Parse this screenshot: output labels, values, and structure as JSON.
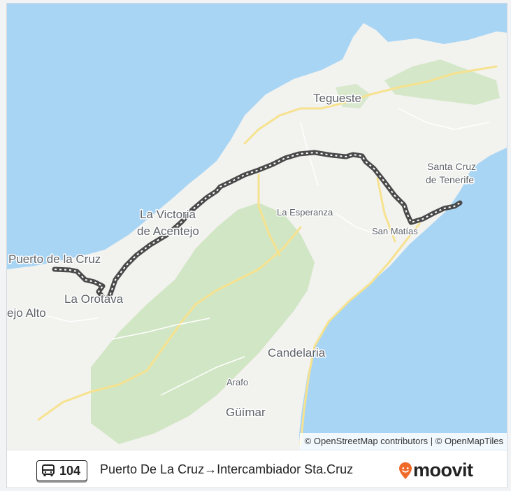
{
  "map": {
    "places": {
      "tegueste": "Tegueste",
      "santa_cruz_1": "Santa Cruz",
      "santa_cruz_2": "de Tenerife",
      "la_victoria_1": "La Victoria",
      "la_victoria_2": "de Acentejo",
      "la_esperanza": "La Esperanza",
      "san_matias": "San Matías",
      "puerto_de_la_cruz": "Puerto de la Cruz",
      "la_orotava": "La Orotava",
      "realejo_alto": "ejo Alto",
      "candelaria": "Candelaria",
      "arafo": "Arafo",
      "guimar": "Güímar"
    },
    "attribution": "© OpenStreetMap contributors | © OpenMapTiles",
    "colors": {
      "sea": "#a9d5f5",
      "land": "#f2f2ef",
      "forest": "#cde4bf",
      "route": "#4a4a4a"
    }
  },
  "footer": {
    "route_number": "104",
    "route_name": "Puerto De La Cruz→Intercambiador Sta.Cruz",
    "brand": "moovit",
    "brand_color": "#f06a29"
  }
}
